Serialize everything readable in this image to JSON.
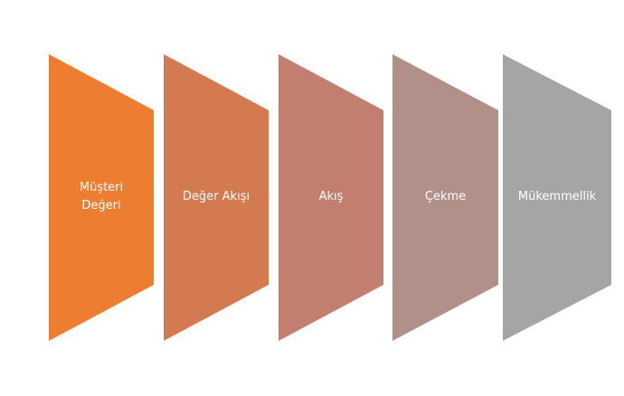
{
  "diagram": {
    "steps": [
      {
        "label": "Müşteri Değeri",
        "color": "#ED7D31"
      },
      {
        "label": "Değer Akışı",
        "color": "#D47A51"
      },
      {
        "label": "Akış",
        "color": "#C27F6F"
      },
      {
        "label": "Çekme",
        "color": "#B2908A"
      },
      {
        "label": "Mükemmellik",
        "color": "#A5A5A5"
      }
    ]
  }
}
